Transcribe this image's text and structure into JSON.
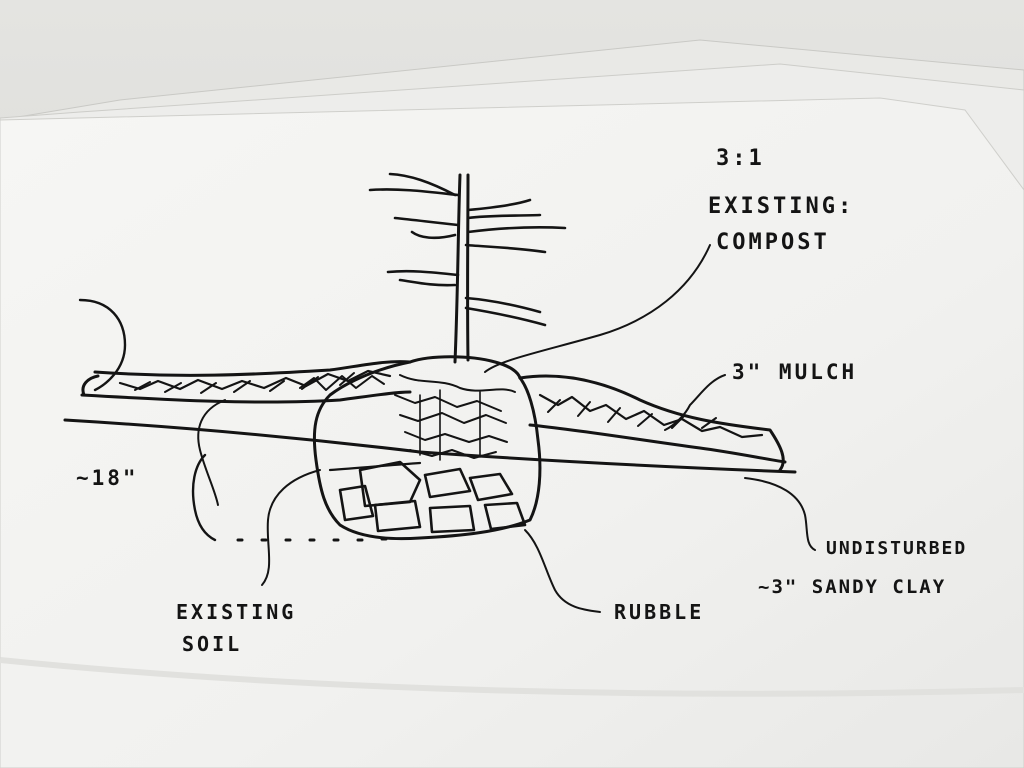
{
  "diagram": {
    "ratio": "3:1",
    "compost_label_line1": "EXISTING:",
    "compost_label_line2": "COMPOST",
    "mulch_label": "3\" MULCH",
    "depth_label": "~18\"",
    "existing_soil_line1": "EXISTING",
    "existing_soil_line2": "SOIL",
    "rubble_label": "RUBBLE",
    "undisturbed_line1": "UNDISTURBED",
    "undisturbed_line2": "~3\" SANDY CLAY"
  },
  "colors": {
    "paper": "#f3f3f1",
    "ink": "#141414",
    "background": "#d9d9d6"
  }
}
